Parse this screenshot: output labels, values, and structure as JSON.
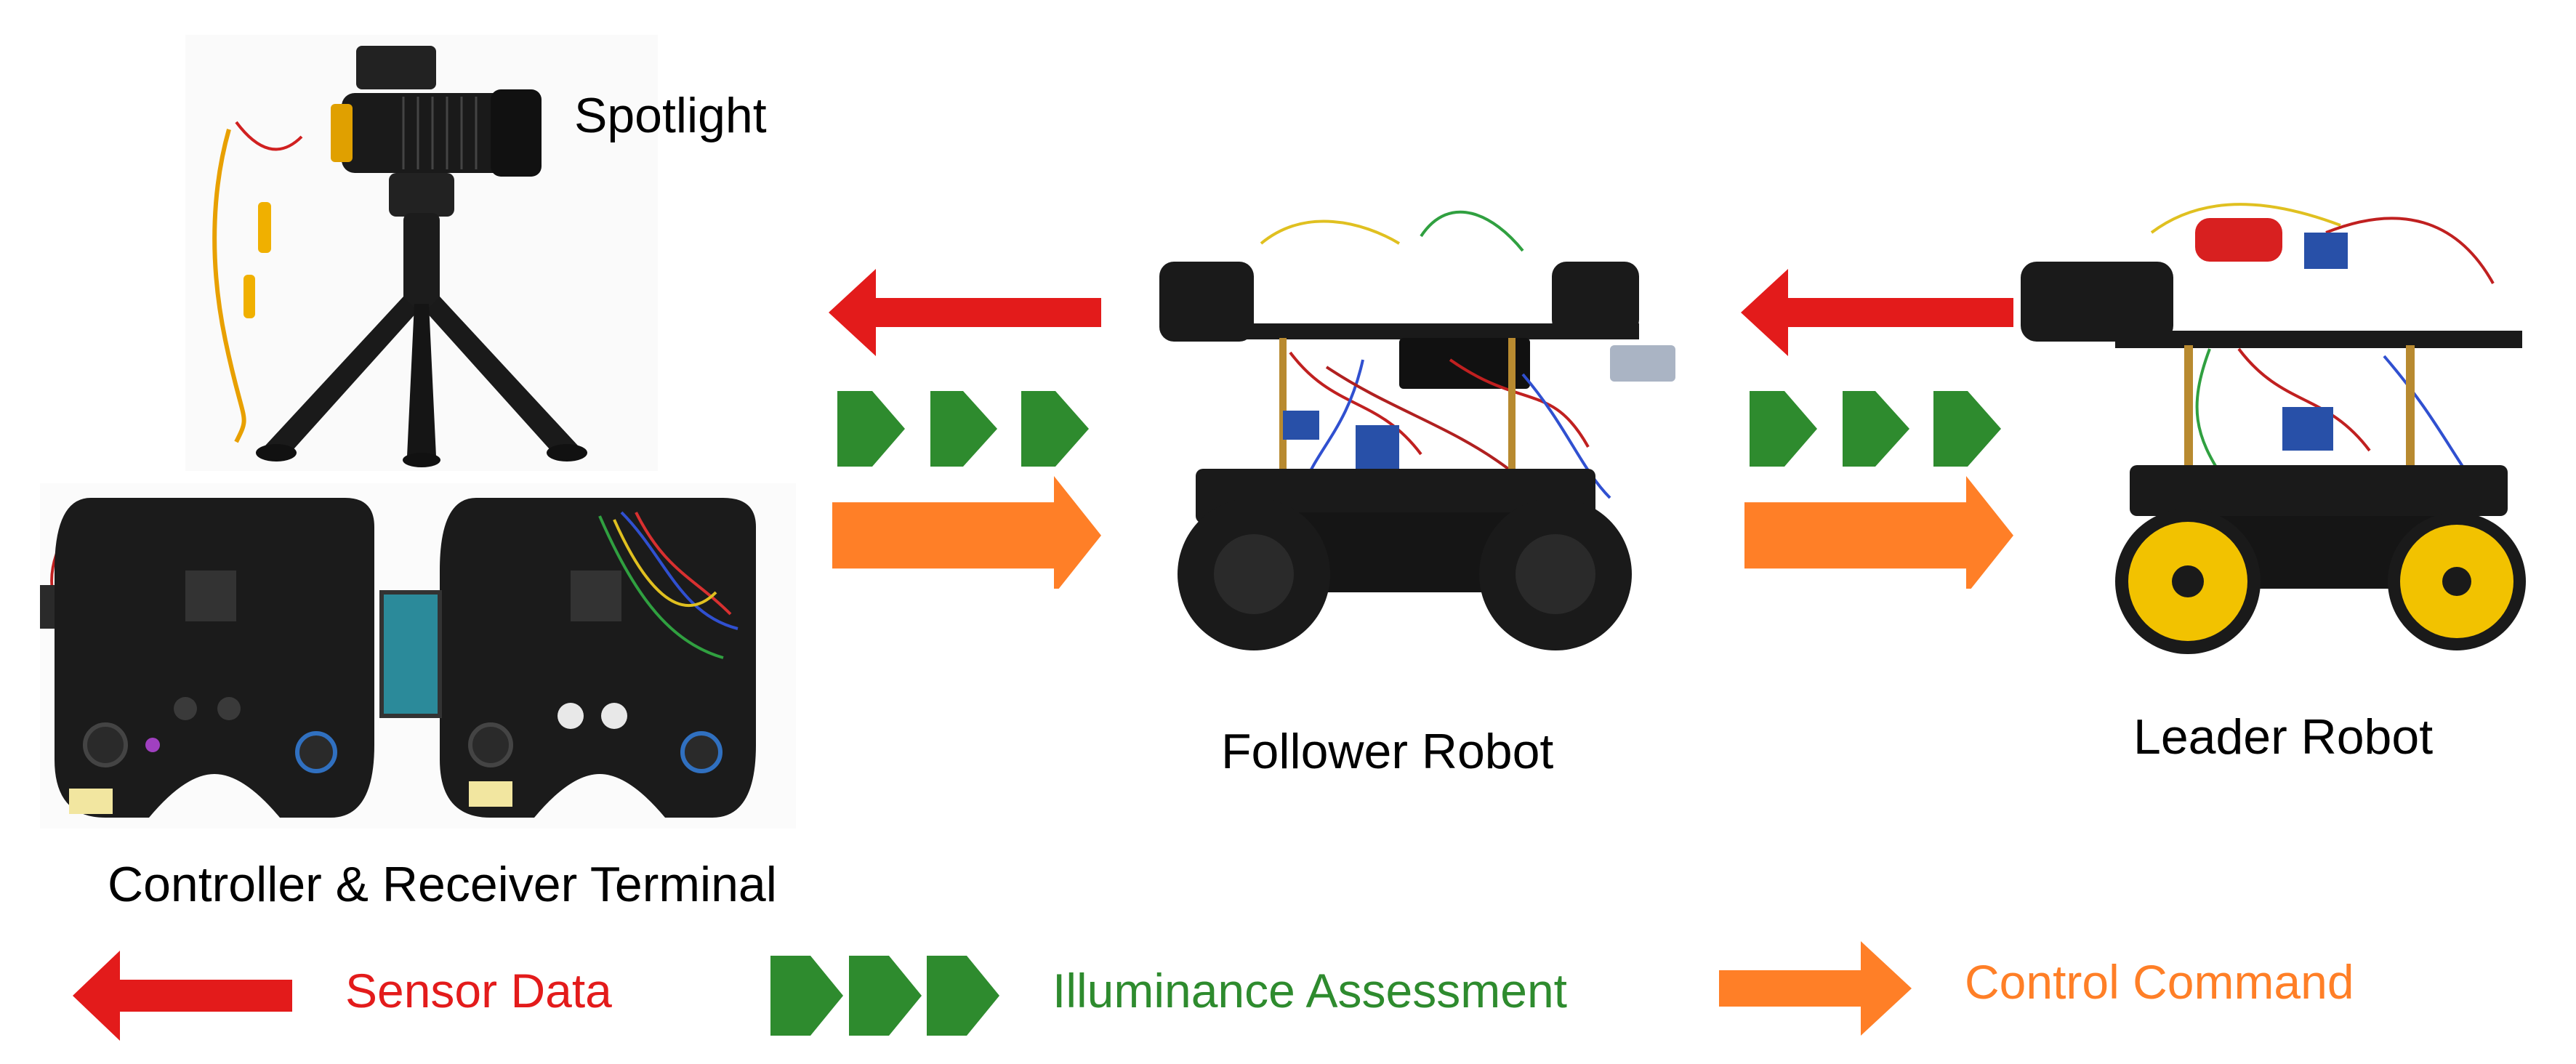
{
  "labels": {
    "spotlight": "Spotlight",
    "follower": "Follower Robot",
    "leader": "Leader Robot",
    "controller": "Controller & Receiver Terminal"
  },
  "legend": {
    "sensor": "Sensor Data",
    "illuminance": "Illuminance Assessment",
    "control": "Control Command"
  },
  "colors": {
    "sensor": "#e31b1b",
    "illuminance": "#2e8b2e",
    "control": "#ff7f27"
  },
  "icons": [
    "spotlight-photo",
    "controller-photo",
    "follower-robot-photo",
    "leader-robot-photo"
  ]
}
